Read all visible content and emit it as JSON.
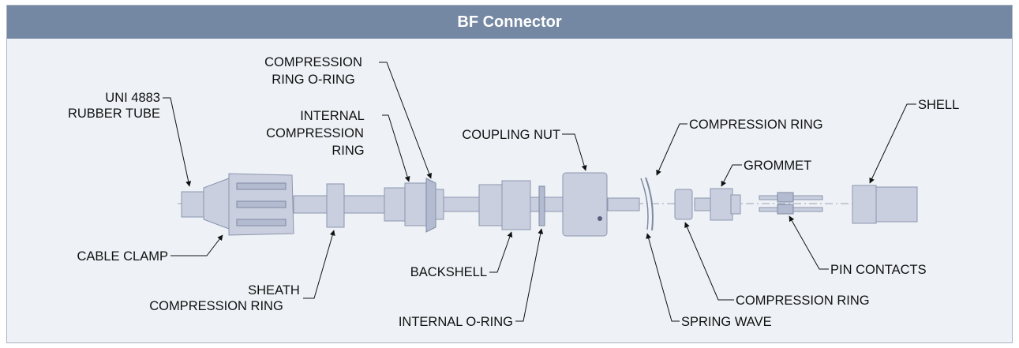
{
  "title": "BF Connector",
  "labels": {
    "rubber_tube": [
      "UNI 4883",
      "RUBBER TUBE"
    ],
    "cable_clamp": "CABLE CLAMP",
    "sheath_ring": [
      "SHEATH",
      "COMPRESSION RING"
    ],
    "comp_ring_oring": [
      "COMPRESSION",
      "RING O-RING"
    ],
    "internal_comp_ring": [
      "INTERNAL",
      "COMPRESSION",
      "RING"
    ],
    "backshell": "BACKSHELL",
    "internal_oring": "INTERNAL O-RING",
    "coupling_nut": "COUPLING NUT",
    "compression_ring_top": "COMPRESSION RING",
    "spring_wave": "SPRING WAVE",
    "grommet": "GROMMET",
    "compression_ring_bottom": "COMPRESSION RING",
    "pin_contacts": "PIN CONTACTS",
    "shell": "SHELL"
  },
  "colors": {
    "header": "#7487a3",
    "background": "#eef2f6",
    "part_fill": "#c9cfdf",
    "part_stroke": "#8c95ad"
  }
}
